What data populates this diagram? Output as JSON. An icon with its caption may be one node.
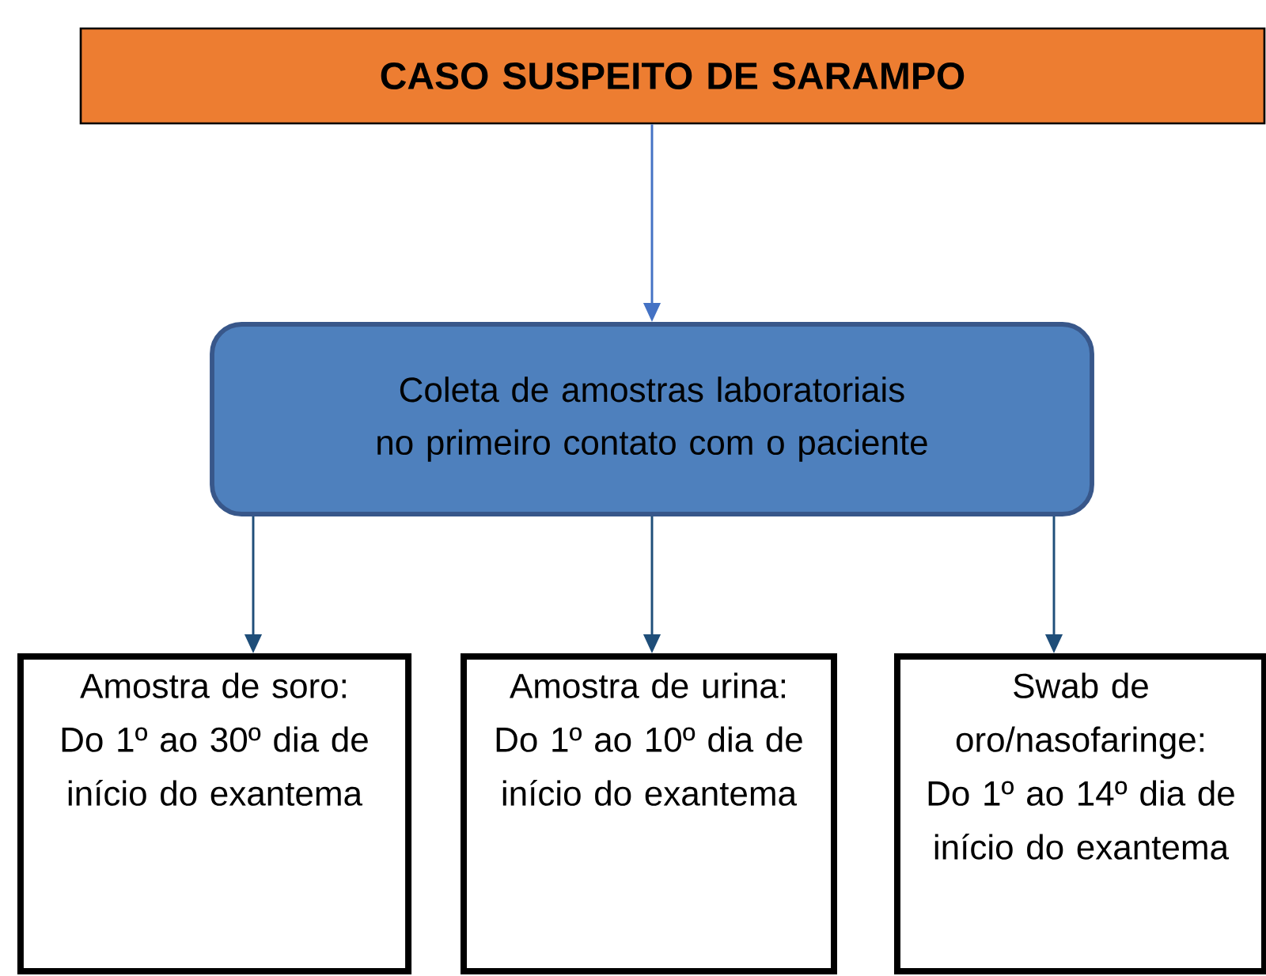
{
  "diagram": {
    "nodes": [
      {
        "text": [
          "CASO SUSPEITO DE SARAMPO"
        ]
      },
      {
        "text": [
          "Coleta de amostras laboratoriais no primeiro contato com o paciente"
        ]
      },
      {
        "text": [
          "Amostra de soro:",
          "Do 1º ao 30º dia de início do exantema"
        ]
      },
      {
        "text": [
          "Amostra de urina:",
          "Do 1º ao 10º dia de início do exantema"
        ]
      },
      {
        "text": [
          "Swab de oro/nasofaringe:",
          "Do 1º ao 14º dia de início do exantema"
        ]
      }
    ],
    "edges": [
      {
        "from": 0,
        "to": 1,
        "arrow": "to",
        "color": "#4472c4"
      },
      {
        "from": 1,
        "to": 2,
        "arrow": "to"
      },
      {
        "from": 1,
        "to": 3,
        "arrow": "to"
      },
      {
        "from": 1,
        "to": 4,
        "arrow": "to"
      }
    ]
  }
}
